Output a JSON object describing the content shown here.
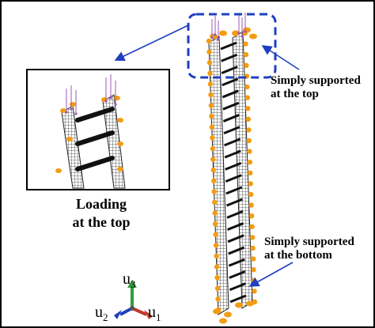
{
  "annotations": {
    "loading": {
      "line1": "Loading",
      "line2": "at the top"
    },
    "top_support": {
      "line1": "Simply supported",
      "line2": "at the top"
    },
    "bottom_support": {
      "line1": "Simply supported",
      "line2": "at the bottom"
    }
  },
  "axes": {
    "u3": {
      "letter": "u",
      "sub": "3",
      "color": "#2e9e3a"
    },
    "u2": {
      "letter": "u",
      "sub": "2",
      "color": "#1f3fbf"
    },
    "u1": {
      "letter": "u",
      "sub": "1",
      "color": "#c0392b"
    }
  },
  "colors": {
    "callout_box": "#1f3fbf",
    "arrow": "#1f3fbf",
    "support_marker": "#f39c12",
    "load_marker": "#9b59b6",
    "mesh": "#333333"
  }
}
